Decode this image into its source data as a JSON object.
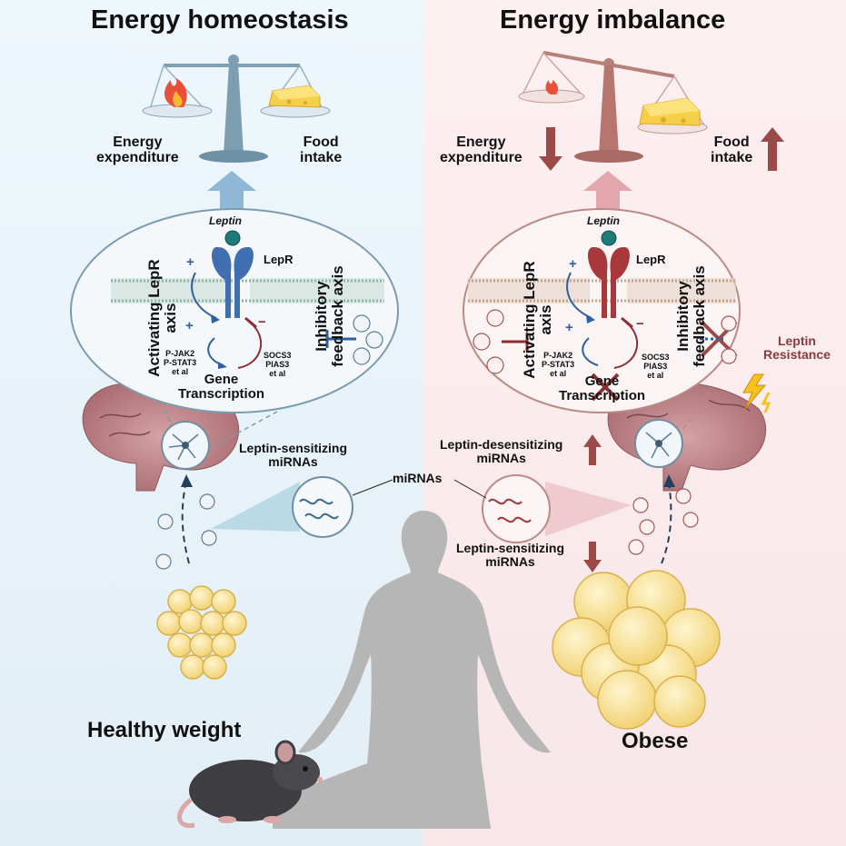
{
  "left_panel": {
    "title": "Energy homeostasis",
    "energy_expenditure": "Energy\nexpenditure",
    "food_intake": "Food\nintake",
    "leptin": "Leptin",
    "lepr": "LepR",
    "activating_axis": "Activating LepR\naxis",
    "inhibitory_axis": "Inhibitory\nfeedback axis",
    "activators": "P-JAK2\nP-STAT3\net al",
    "inhibitors": "SOCS3\nPIAS3\net al",
    "gene_transcription": "Gene\nTranscription",
    "mirna_label": "Leptin-sensitizing\nmiRNAs",
    "weight_label": "Healthy weight",
    "plus": "+",
    "minus": "−"
  },
  "right_panel": {
    "title": "Energy imbalance",
    "energy_expenditure": "Energy\nexpenditure",
    "food_intake": "Food\nintake",
    "leptin": "Leptin",
    "lepr": "LepR",
    "activating_axis": "Activating LepR\naxis",
    "inhibitory_axis": "Inhibitory\nfeedback axis",
    "activators": "P-JAK2\nP-STAT3\net al",
    "inhibitors": "SOCS3\nPIAS3\net al",
    "gene_transcription": "Gene\nTranscription",
    "leptin_resistance": "Leptin\nResistance",
    "desensitizing_label": "Leptin-desensitizing\nmiRNAs",
    "sensitizing_label": "Leptin-sensitizing\nmiRNAs",
    "weight_label": "Obese",
    "plus": "+",
    "minus": "−"
  },
  "center": {
    "mirnas": "miRNAs"
  },
  "colors": {
    "left_bg": "#eaf4fa",
    "right_bg": "#fbecee",
    "blue": "#2f5f9e",
    "red": "#8a2f34",
    "scale_blue": "#6e93a8",
    "scale_red": "#b06b66",
    "fat": "#f6dc8a",
    "body": "#b4b4b4"
  }
}
